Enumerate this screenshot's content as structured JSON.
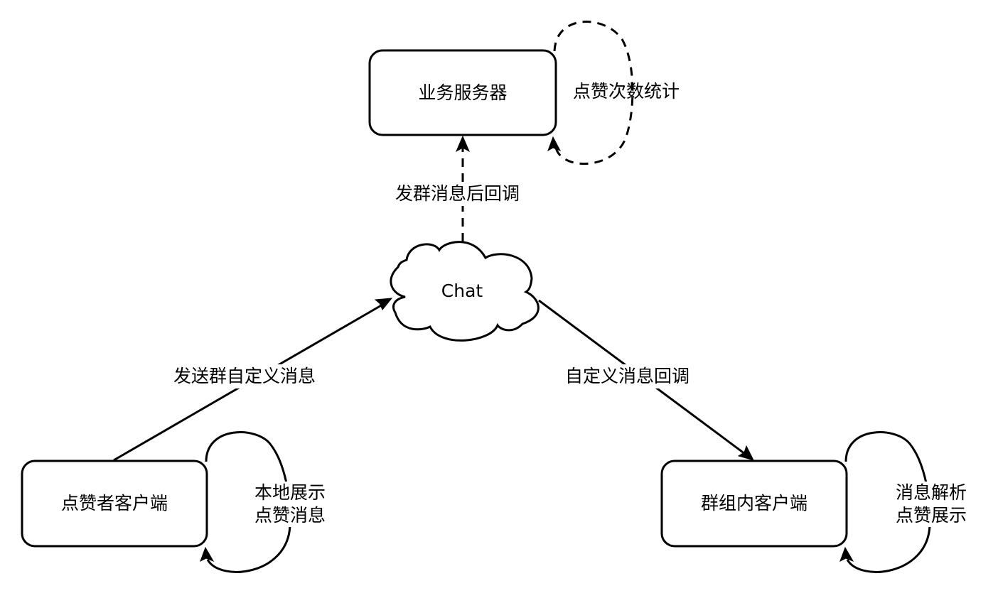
{
  "diagram": {
    "nodes": {
      "server": {
        "label": "业务服务器"
      },
      "chat": {
        "label": "Chat"
      },
      "liker_client": {
        "label": "点赞者客户端"
      },
      "group_client": {
        "label": "群组内客户端"
      }
    },
    "edges": {
      "server_loop": {
        "label": "点赞次数统计",
        "from": "server",
        "to": "server",
        "style": "dashed"
      },
      "chat_to_server": {
        "label": "发群消息后回调",
        "from": "chat",
        "to": "server",
        "style": "dashed"
      },
      "liker_to_chat": {
        "label": "发送群自定义消息",
        "from": "liker_client",
        "to": "chat",
        "style": "solid"
      },
      "chat_to_group": {
        "label": "自定义消息回调",
        "from": "chat",
        "to": "group_client",
        "style": "solid"
      },
      "liker_loop": {
        "label_line1": "本地展示",
        "label_line2": "点赞消息",
        "from": "liker_client",
        "to": "liker_client",
        "style": "solid"
      },
      "group_loop": {
        "label_line1": "消息解析",
        "label_line2": "点赞展示",
        "from": "group_client",
        "to": "group_client",
        "style": "solid"
      }
    }
  }
}
